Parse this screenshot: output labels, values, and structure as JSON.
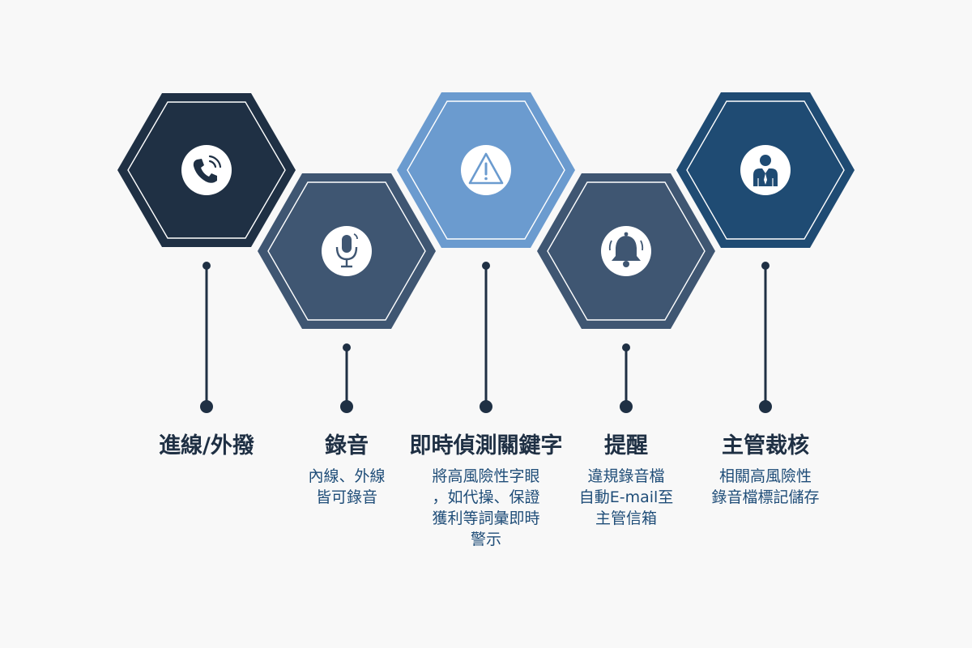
{
  "colors": {
    "hex_dark": "#1f3044",
    "hex_slate": "#3f5672",
    "hex_light": "#6b9bcf",
    "hex_blue": "#1f4b73",
    "connector": "#1f3044",
    "title_text": "#1f3044",
    "desc_text": "#1f4d78",
    "background": "#f8f8f8"
  },
  "steps": [
    {
      "id": "inbound-outbound",
      "title": "進線/外撥",
      "description": [],
      "icon": "phone-ringing-icon",
      "hex_color": "#1f3044"
    },
    {
      "id": "recording",
      "title": "錄音",
      "description": [
        "內線、外線",
        "皆可錄音"
      ],
      "icon": "microphone-icon",
      "hex_color": "#3f5672"
    },
    {
      "id": "keyword-detection",
      "title": "即時偵測關鍵字",
      "description": [
        "將高風險性字眼",
        "，如代操、保證",
        "獲利等詞彙即時",
        "警示"
      ],
      "icon": "warning-triangle-icon",
      "hex_color": "#6b9bcf"
    },
    {
      "id": "alert",
      "title": "提醒",
      "description": [
        "違規錄音檔",
        "自動E-mail至",
        "主管信箱"
      ],
      "icon": "bell-icon",
      "hex_color": "#3f5672"
    },
    {
      "id": "supervisor-review",
      "title": "主管裁核",
      "description": [
        "相關高風險性",
        "錄音檔標記儲存"
      ],
      "icon": "businessman-icon",
      "hex_color": "#1f4b73"
    }
  ]
}
